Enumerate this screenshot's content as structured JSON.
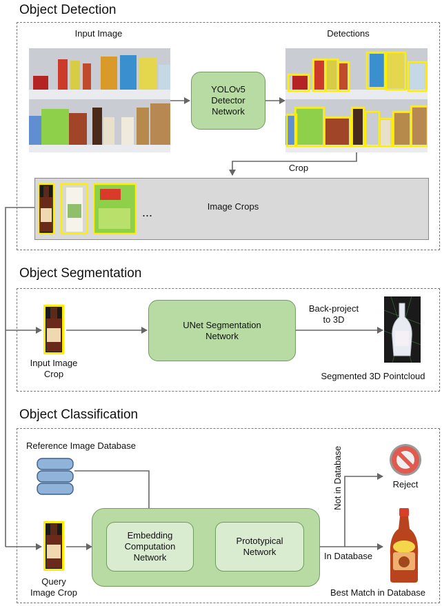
{
  "sections": {
    "detection": "Object Detection",
    "segmentation": "Object Segmentation",
    "classification": "Object Classification"
  },
  "detection": {
    "input_label": "Input Image",
    "detections_label": "Detections",
    "detector": "YOLOv5\nDetector\nNetwork",
    "crop_label": "Crop",
    "crops_label": "Image Crops",
    "ellipsis": "..."
  },
  "segmentation": {
    "unet": "UNet Segmentation\nNetwork",
    "backproject": "Back-project\nto 3D",
    "input_crop": "Input Image\nCrop",
    "pointcloud": "Segmented 3D Pointcloud"
  },
  "classification": {
    "reference_db": "Reference Image Database",
    "embedding": "Embedding\nComputation\nNetwork",
    "prototypical": "Prototypical\nNetwork",
    "not_in_db": "Not in Database",
    "in_db": "In Database",
    "reject": "Reject",
    "best_match": "Best Match in Database",
    "query": "Query\nImage Crop"
  },
  "colors": {
    "green_box": "#b7dba3",
    "green_light": "#d9ecd0",
    "highlight": "#ffee00",
    "reject_red": "#e05a4f",
    "database": "#8fb3d9"
  }
}
